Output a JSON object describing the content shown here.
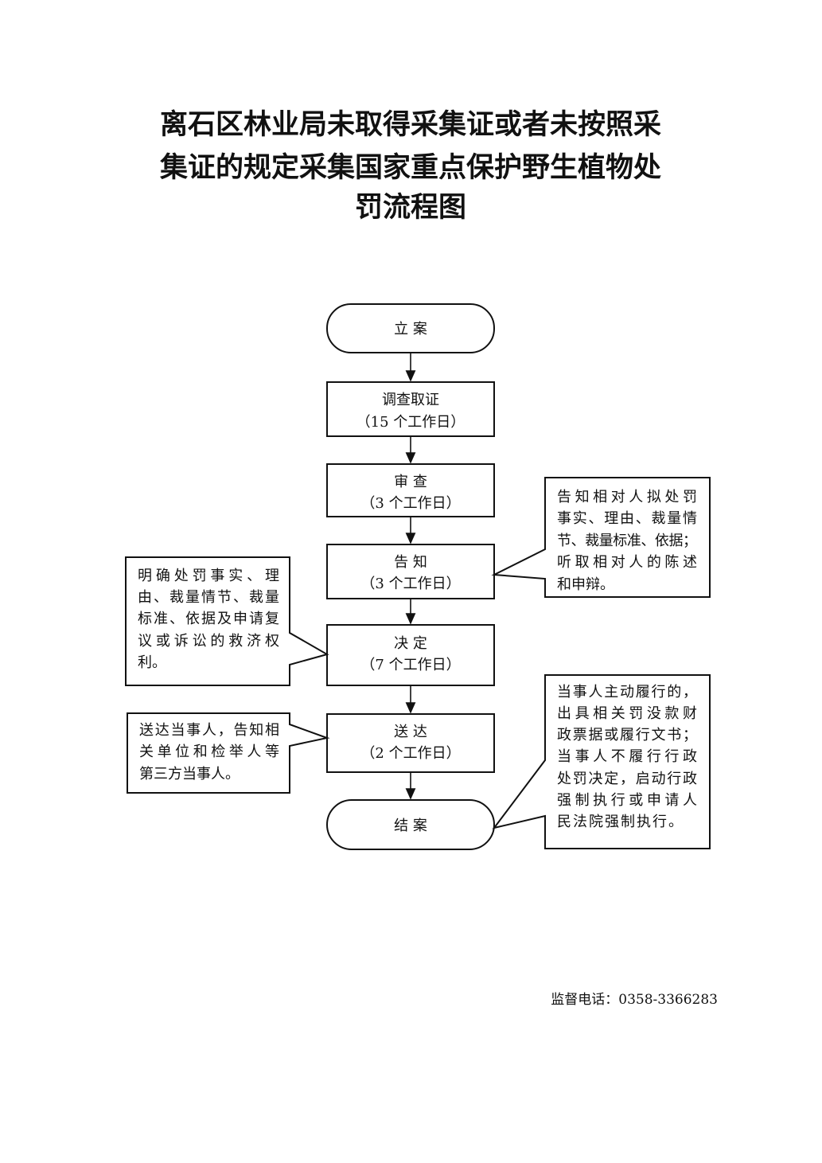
{
  "title": {
    "lines": [
      "离石区林业局未取得采集证或者未按照采",
      "集证的规定采集国家重点保护野生植物处",
      "罚流程图"
    ]
  },
  "steps": [
    {
      "label": "立 案",
      "shape": "terminal"
    },
    {
      "label": "调查取证",
      "duration": "（15 个工作日）",
      "shape": "process"
    },
    {
      "label": "审 查",
      "duration": "（3 个工作日）",
      "shape": "process"
    },
    {
      "label": "告 知",
      "duration": "（3 个工作日）",
      "shape": "process"
    },
    {
      "label": "决 定",
      "duration": "（7 个工作日）",
      "shape": "process"
    },
    {
      "label": "送 达",
      "duration": "（2 个工作日）",
      "shape": "process"
    },
    {
      "label": "结 案",
      "shape": "terminal"
    }
  ],
  "callouts": {
    "notify": {
      "attached_to": "告 知",
      "lines": [
        "告知相对人拟处罚",
        "事实、理由、裁量情",
        "节、裁量标准、依据；",
        "听取相对人的陈述",
        "和申辩。"
      ]
    },
    "decision": {
      "attached_to": "决 定",
      "lines": [
        "明确处罚事实、理",
        "由、裁量情节、裁量",
        "标准、依据及申请复",
        "议或诉讼的救济权",
        "利。"
      ]
    },
    "delivery": {
      "attached_to": "送 达",
      "lines": [
        "送达当事人，告知相",
        "关单位和检举人等",
        "第三方当事人。"
      ]
    },
    "close": {
      "attached_to": "结 案",
      "lines": [
        "当事人主动履行的，",
        "出具相关罚没款财",
        "政票据或履行文书；",
        "当事人不履行行政",
        "处罚决定，启动行政",
        "强制执行或申请人",
        "民法院强制执行。"
      ]
    }
  },
  "footer": {
    "supervision_phone": "监督电话：0358-3366283"
  }
}
